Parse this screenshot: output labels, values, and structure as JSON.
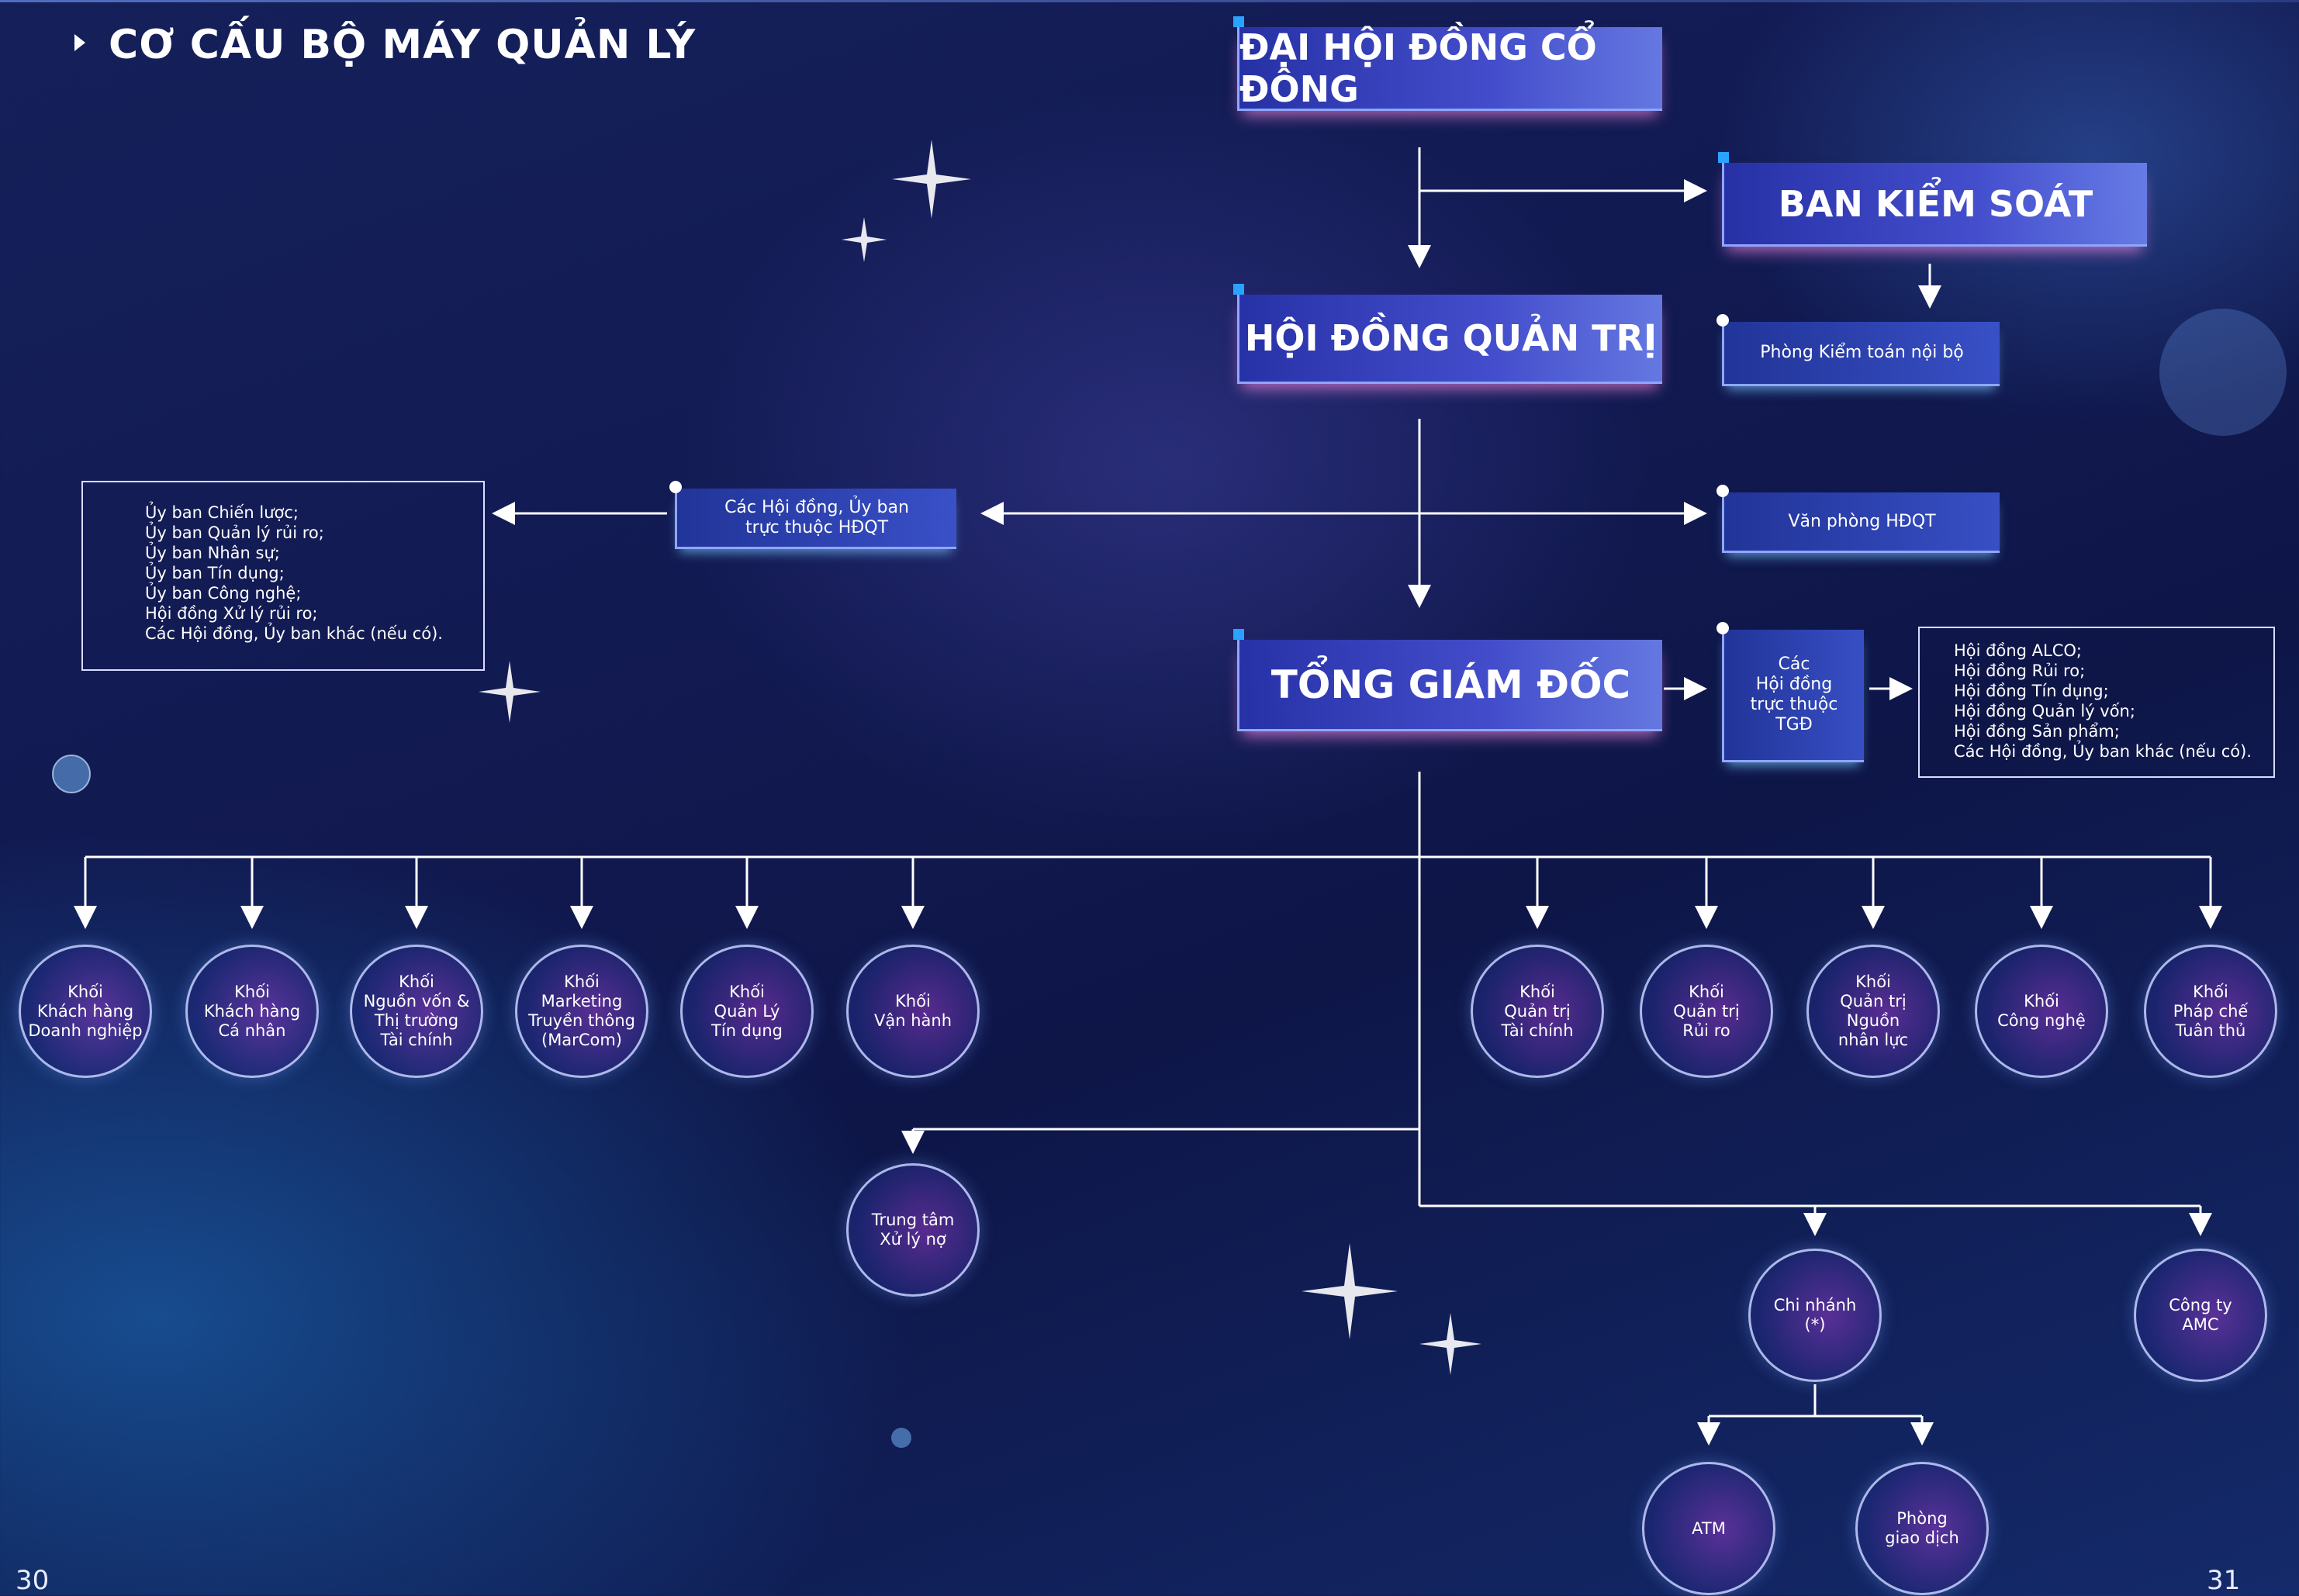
{
  "title": "CƠ CẤU BỘ MÁY QUẢN LÝ",
  "boxes": {
    "dhdcd": "ĐẠI HỘI ĐỒNG CỔ ĐÔNG",
    "bks": "BAN KIỂM SOÁT",
    "hdqt": "HỘI ĐỒNG QUẢN TRỊ",
    "kiem_toan": "Phòng Kiểm toán nội bộ",
    "hd_uy_ban": "Các Hội đồng, Ủy ban\ntrực thuộc HĐQT",
    "van_phong": "Văn phòng HĐQT",
    "tgd": "TỔNG GIÁM ĐỐC",
    "hd_tgd": "Các\nHội đồng\ntrực thuộc\nTGĐ"
  },
  "hdqt_committees": [
    "Ủy ban Chiến lược;",
    "Ủy ban Quản lý rủi ro;",
    "Ủy ban Nhân sự;",
    "Ủy ban Tín dụng;",
    "Ủy ban Công nghệ;",
    "Hội đồng Xử lý rủi ro;",
    "Các Hội đồng, Ủy ban khác (nếu có)."
  ],
  "tgd_councils": [
    "Hội đồng ALCO;",
    "Hội đồng Rủi ro;",
    "Hội đồng Tín dụng;",
    "Hội đồng Quản lý vốn;",
    "Hội đồng Sản phẩm;",
    "Các Hội đồng, Ủy ban khác (nếu có)."
  ],
  "blocks_left": [
    "Khối\nKhách hàng\nDoanh nghiệp",
    "Khối\nKhách hàng\nCá nhân",
    "Khối\nNguồn vốn &\nThị trường\nTài chính",
    "Khối\nMarketing\nTruyền thông\n(MarCom)",
    "Khối\nQuản Lý\nTín dụng",
    "Khối\nVận hành"
  ],
  "blocks_right": [
    "Khối\nQuản trị\nTài chính",
    "Khối\nQuản trị\nRủi ro",
    "Khối\nQuản trị\nNguồn\nnhân lực",
    "Khối\nCông nghệ",
    "Khối\nPháp chế\nTuân thủ"
  ],
  "lower": {
    "debt_center": "Trung tâm\nXử lý nợ",
    "branch": "Chi nhánh\n(*)",
    "amc": "Công ty\nAMC",
    "atm": "ATM",
    "transaction_office": "Phòng\ngiao dịch"
  },
  "page_numbers": {
    "left": "30",
    "right": "31"
  }
}
